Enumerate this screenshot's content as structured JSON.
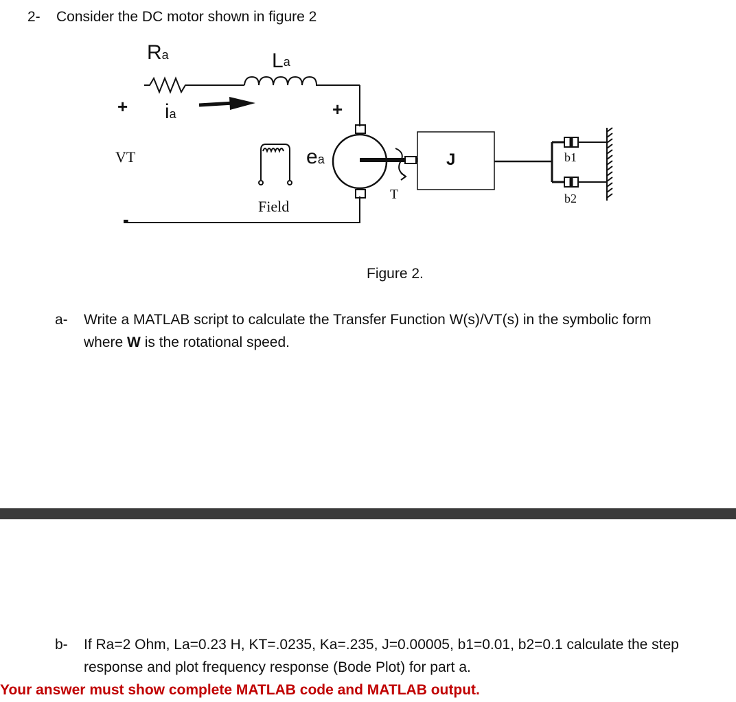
{
  "question": {
    "number": "2-",
    "intro": "Consider the DC motor shown in figure 2"
  },
  "figure": {
    "caption": "Figure 2.",
    "labels": {
      "ra_main": "R",
      "ra_sub": "a",
      "la_main": "L",
      "la_sub": "a",
      "ia_main": "i",
      "ia_sub": "a",
      "ea_main": "e",
      "ea_sub": "a",
      "plus_left": "+",
      "plus_right": "+",
      "minus_left": "-",
      "vt": "VT",
      "field": "Field",
      "torque": "T",
      "inertia": "J",
      "b1": "b1",
      "b2": "b2"
    }
  },
  "parts": [
    {
      "letter": "a-",
      "line1": "Write a MATLAB script to calculate the Transfer Function W(s)/VT(s) in the symbolic form",
      "line2_pre": "where ",
      "line2_bold": "W",
      "line2_post": " is the rotational speed."
    },
    {
      "letter": "b-",
      "line1": "If Ra=2 Ohm, La=0.23 H, KT=.0235, Ka=.235, J=0.00005, b1=0.01, b2=0.1 calculate the step",
      "line2": "response and plot frequency response (Bode Plot) for part a."
    }
  ],
  "requirement": "Your answer must show complete MATLAB code and MATLAB output.",
  "colors": {
    "requirement": "#c00000",
    "divider": "#3a3a3a"
  }
}
